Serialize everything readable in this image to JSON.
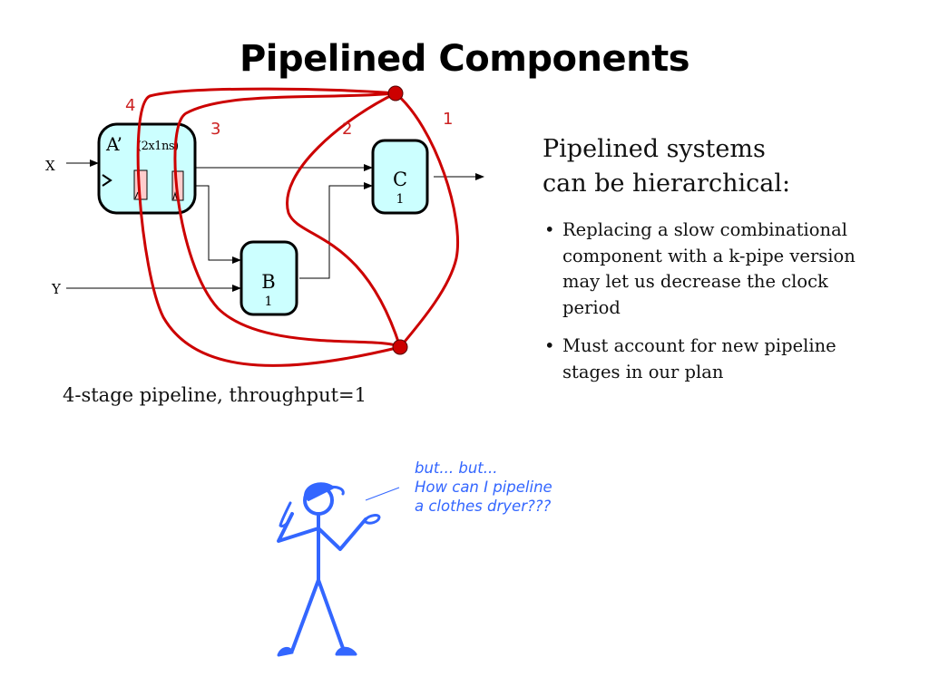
{
  "slide": {
    "title": "Pipelined Components",
    "caption": "4-stage pipeline, throughput=1"
  },
  "diagram": {
    "inputs": {
      "x": "X",
      "y": "Y"
    },
    "blocks": {
      "a": {
        "name": "A’",
        "annotation": "(2x1ns)"
      },
      "b": {
        "name": "B",
        "delay": "1"
      },
      "c": {
        "name": "C",
        "delay": "1"
      }
    },
    "contour_labels": [
      "1",
      "2",
      "3",
      "4"
    ],
    "colors": {
      "block_fill": "#ccffff",
      "register_fill": "#ffcccc",
      "contour": "#cc0000",
      "wire": "#000000"
    }
  },
  "side_panel": {
    "heading_line1": "Pipelined systems",
    "heading_line2": "can be hierarchical:",
    "bullets": [
      "Replacing a slow combinational component with a k-pipe version may let us decrease the clock period",
      "Must account for new pipeline stages in our plan"
    ]
  },
  "cartoon": {
    "speech_lines": [
      "but... but...",
      "How can I pipeline",
      "a clothes dryer???"
    ],
    "color": "#3366ff"
  }
}
